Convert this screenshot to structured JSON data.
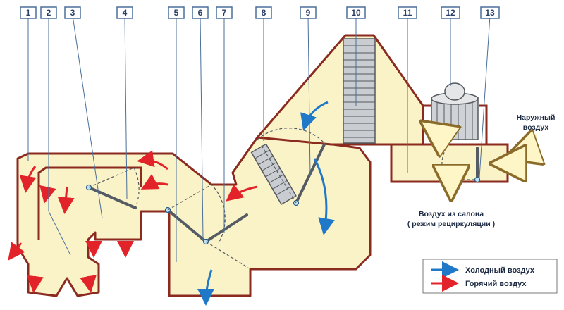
{
  "callouts": [
    "1",
    "2",
    "3",
    "4",
    "5",
    "6",
    "7",
    "8",
    "9",
    "10",
    "11",
    "12",
    "13"
  ],
  "labels": {
    "outside_air": [
      "Наружный",
      "воздух"
    ],
    "cabin_air": [
      "Воздух из салона",
      "( режим рециркуляции )"
    ]
  },
  "legend": {
    "cold": "Холодный воздух",
    "hot": "Горячий воздух"
  },
  "colors": {
    "duct_fill": "#fbf3c8",
    "duct_stroke": "#8b2a1e",
    "cold": "#1f78c8",
    "hot": "#e2242a",
    "callout": "#4a6f9a"
  }
}
